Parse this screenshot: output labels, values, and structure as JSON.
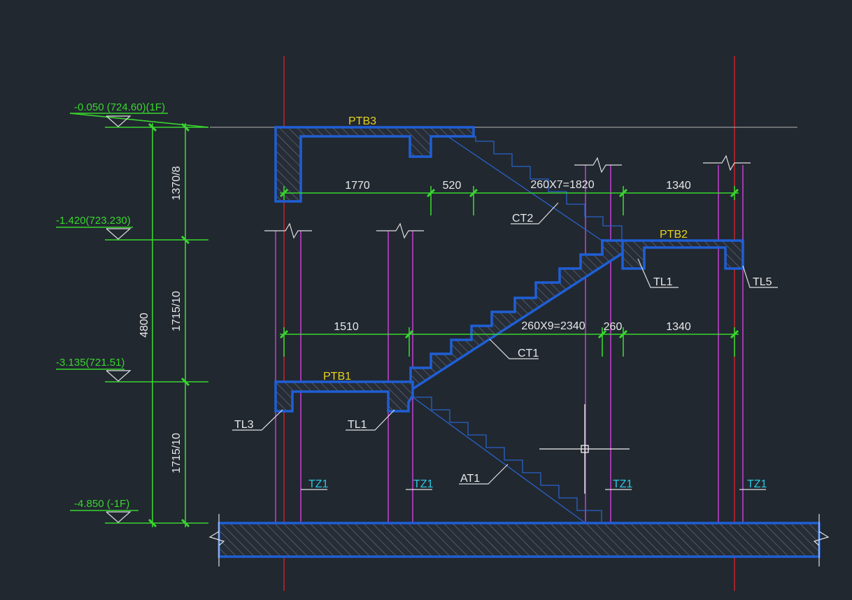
{
  "elevations": [
    {
      "id": "e1",
      "text": "-0.050 (724.60)(1F)"
    },
    {
      "id": "e2",
      "text": "-1.420(723.230)"
    },
    {
      "id": "e3",
      "text": "-3.135(721.51)"
    },
    {
      "id": "e4",
      "text": "-4.850 (-1F)"
    }
  ],
  "vertical_dims": {
    "total": "4800",
    "seg1": "1370/8",
    "seg2": "1715/10",
    "seg3": "1715/10"
  },
  "upper_dims": {
    "d1": "1770",
    "d2": "520",
    "d3": "260X7=1820",
    "d4": "1340"
  },
  "lower_dims": {
    "d1": "1510",
    "d2": "260X9=2340",
    "d3": "260",
    "d4": "1340"
  },
  "slab_labels": {
    "ptb3": "PTB3",
    "ptb2": "PTB2",
    "ptb1": "PTB1"
  },
  "member_labels": {
    "ct2": "CT2",
    "ct1": "CT1",
    "at1": "AT1",
    "tl1_upper": "TL1",
    "tl5": "TL5",
    "tl3": "TL3",
    "tl1_lower": "TL1"
  },
  "column_labels": {
    "tz1_a": "TZ1",
    "tz1_b": "TZ1",
    "tz1_c": "TZ1",
    "tz1_d": "TZ1"
  },
  "colors": {
    "background": "#212830",
    "dimension": "#39d62e",
    "concrete_outline": "#1f5fd6",
    "slab_label": "#e8d21e",
    "column_label": "#2cc6e0",
    "grid_axis": "#d4232c",
    "column_line": "#c73fd6"
  }
}
